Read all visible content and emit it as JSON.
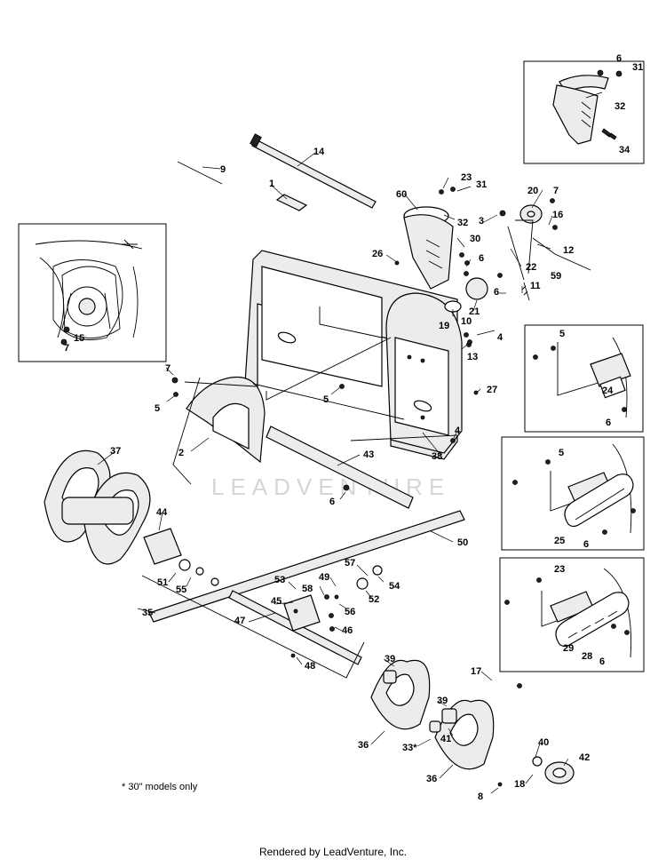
{
  "diagram": {
    "watermark": "LEADVENTURE",
    "footnote": "* 30\" models only",
    "footer": "Rendered by LeadVenture, Inc.",
    "labels": [
      "1",
      "2",
      "3",
      "4",
      "4",
      "5",
      "5",
      "5",
      "5",
      "6",
      "6",
      "6",
      "6",
      "6",
      "6",
      "6",
      "7",
      "7",
      "7",
      "8",
      "9",
      "10",
      "11",
      "12",
      "13",
      "14",
      "15",
      "16",
      "17",
      "18",
      "19",
      "20",
      "21",
      "22",
      "23",
      "23",
      "24",
      "25",
      "26",
      "27",
      "28",
      "29",
      "30",
      "31",
      "31",
      "32",
      "32",
      "33*",
      "34",
      "35",
      "36",
      "36",
      "37",
      "38",
      "39",
      "39",
      "40",
      "41",
      "42",
      "43",
      "44",
      "45",
      "46",
      "47",
      "48",
      "49",
      "50",
      "51",
      "52",
      "53",
      "54",
      "55",
      "56",
      "57",
      "58",
      "59",
      "60"
    ]
  }
}
